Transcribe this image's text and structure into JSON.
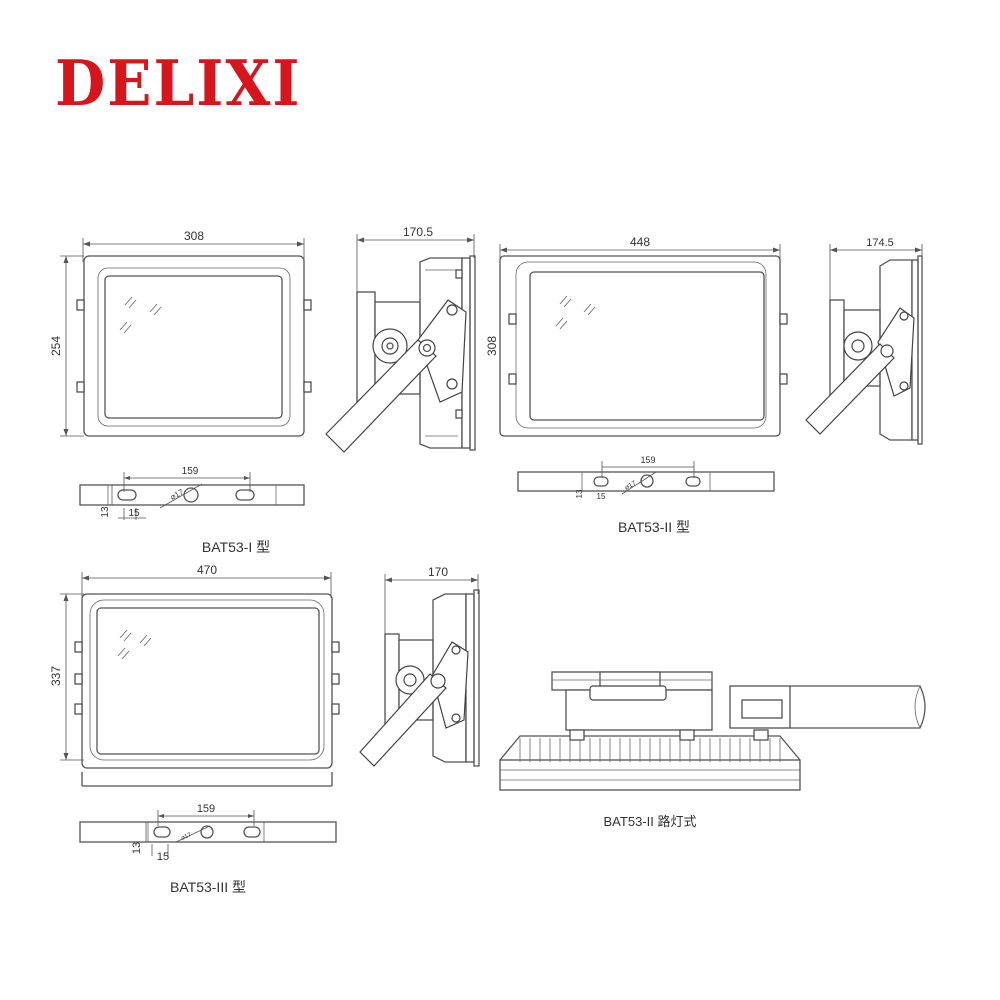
{
  "brand": {
    "logo": "DELIXI",
    "color": "#d7151c"
  },
  "models": {
    "m1": {
      "caption": "BAT53-I 型",
      "front_width": "308",
      "front_height": "254",
      "side_depth": "170.5",
      "bracket_spacing": "159",
      "hole_dia": "⌀17",
      "bracket_height": "13",
      "slot_width": "15"
    },
    "m2": {
      "caption": "BAT53-II 型",
      "front_width": "448",
      "front_height": "308",
      "side_depth": "174.5",
      "bracket_spacing": "159",
      "hole_dia": "⌀17",
      "bracket_height": "13",
      "slot_width": "15"
    },
    "m3": {
      "caption": "BAT53-III 型",
      "front_width": "470",
      "front_height": "337",
      "side_depth": "170",
      "bracket_spacing": "159",
      "hole_dia": "⌀17",
      "bracket_height": "13",
      "slot_width": "15"
    },
    "street": {
      "caption": "BAT53-II 路灯式"
    }
  }
}
